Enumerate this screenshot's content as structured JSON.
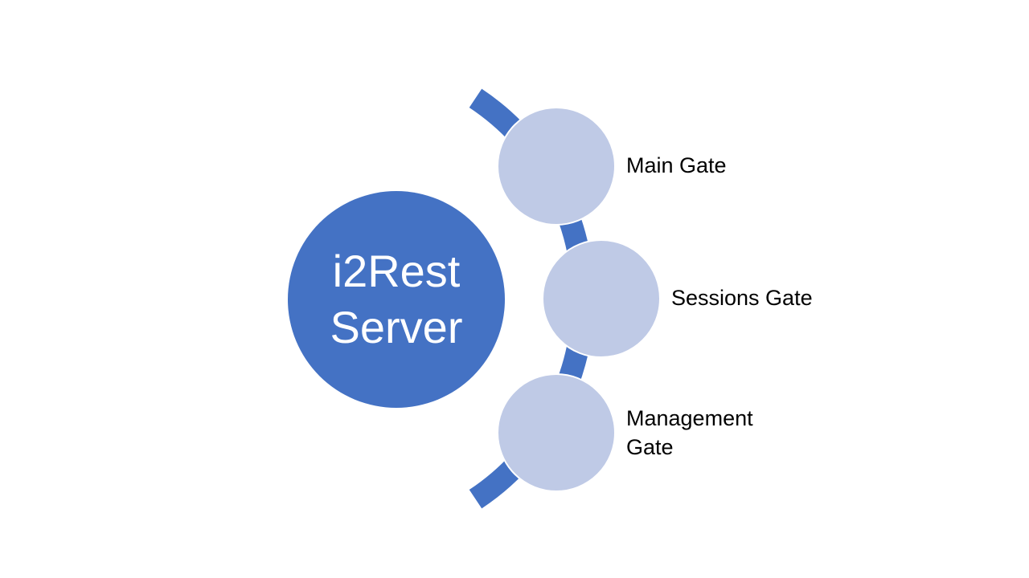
{
  "diagram": {
    "center": {
      "lines": [
        "i2Rest",
        "Server"
      ]
    },
    "gates": [
      {
        "lines": [
          "Main Gate"
        ]
      },
      {
        "lines": [
          "Sessions Gate"
        ]
      },
      {
        "lines": [
          "Management",
          "Gate"
        ]
      }
    ]
  },
  "colors": {
    "primary": "#4472C4",
    "node_fill": "#BFCAE6",
    "node_stroke": "#FFFFFF",
    "label_text": "#000000",
    "center_text": "#FFFFFF"
  }
}
